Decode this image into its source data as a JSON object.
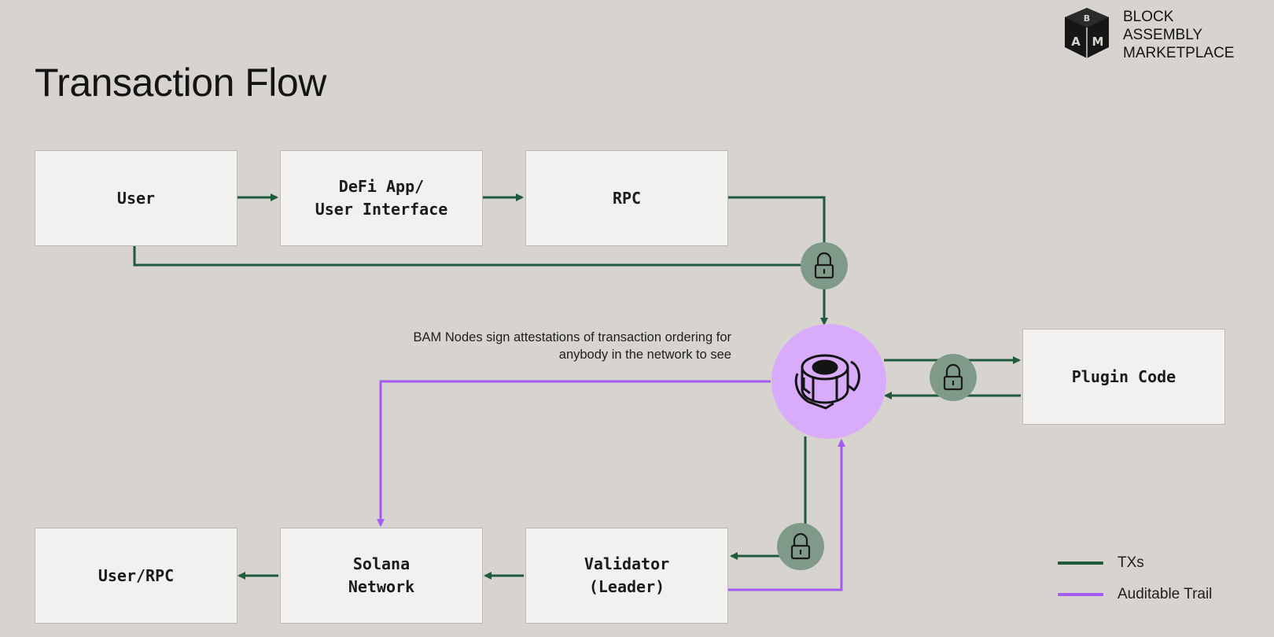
{
  "page": {
    "title": "Transaction Flow"
  },
  "brand": {
    "lines": [
      "BLOCK",
      "ASSEMBLY",
      "MARKETPLACE"
    ],
    "logo_letters": [
      "B",
      "A",
      "M"
    ]
  },
  "nodes": {
    "user": "User",
    "defi_app": "DeFi App/\nUser Interface",
    "rpc": "RPC",
    "plugin_code": "Plugin Code",
    "user_rpc": "User/RPC",
    "solana_network": "Solana\nNetwork",
    "validator": "Validator\n(Leader)"
  },
  "annotation": "BAM Nodes sign attestations of transaction ordering for anybody in the network to see",
  "legend": [
    {
      "label": "TXs",
      "color": "#1f5a3c"
    },
    {
      "label": "Auditable Trail",
      "color": "#a45bf2"
    }
  ],
  "icons": {
    "lock": "lock-icon",
    "bam_node": "bam-node-icon"
  },
  "colors": {
    "background": "#d7d3cf",
    "tx_line": "#1f5a3c",
    "audit_line": "#a45bf2",
    "lock_badge": "#7f9a88",
    "bam_circle": "#d9acfb",
    "box_fill": "#f2f1ef"
  }
}
